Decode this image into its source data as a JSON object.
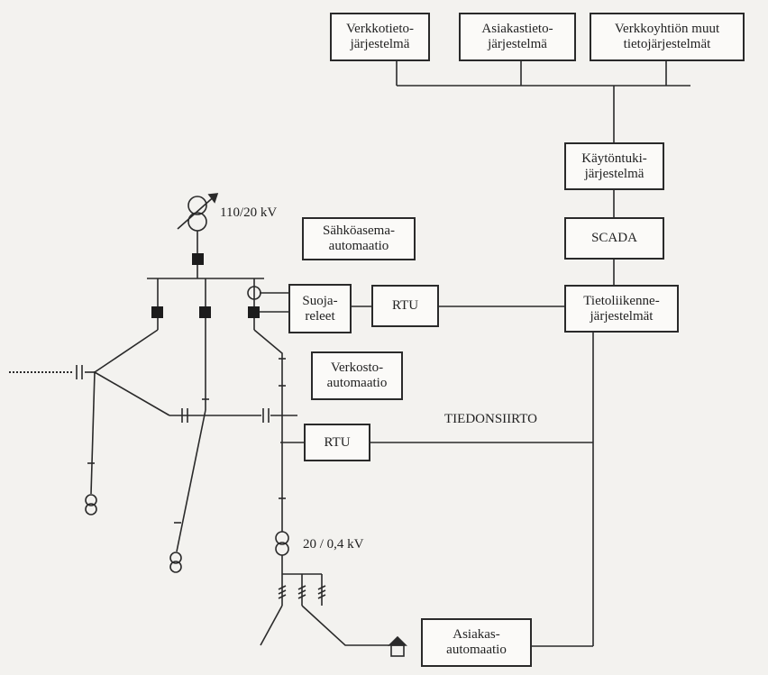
{
  "boxes": {
    "verkkotieto": "Verkkotieto-\njärjestelmä",
    "asiakastieto": "Asiakastieto-\njärjestelmä",
    "verkkoyhtio": "Verkkoyhtiön muut\ntietojärjestelmät",
    "kaytontuki": "Käytöntuki-\njärjestelmä",
    "scada": "SCADA",
    "tietoliikenne": "Tietoliikenne-\njärjestelmät",
    "sahkoasema": "Sähköasema-\nautomaatio",
    "suojareleet": "Suoja-\nreleet",
    "rtu_station": "RTU",
    "verkosto": "Verkosto-\nautomaatio",
    "rtu_network": "RTU",
    "asiakas": "Asiakas-\nautomaatio"
  },
  "labels": {
    "transformer_main": "110/20 kV",
    "transformer_dist": "20 / 0,4 kV",
    "tiedonsiirto": "TIEDONSIIRTO"
  }
}
